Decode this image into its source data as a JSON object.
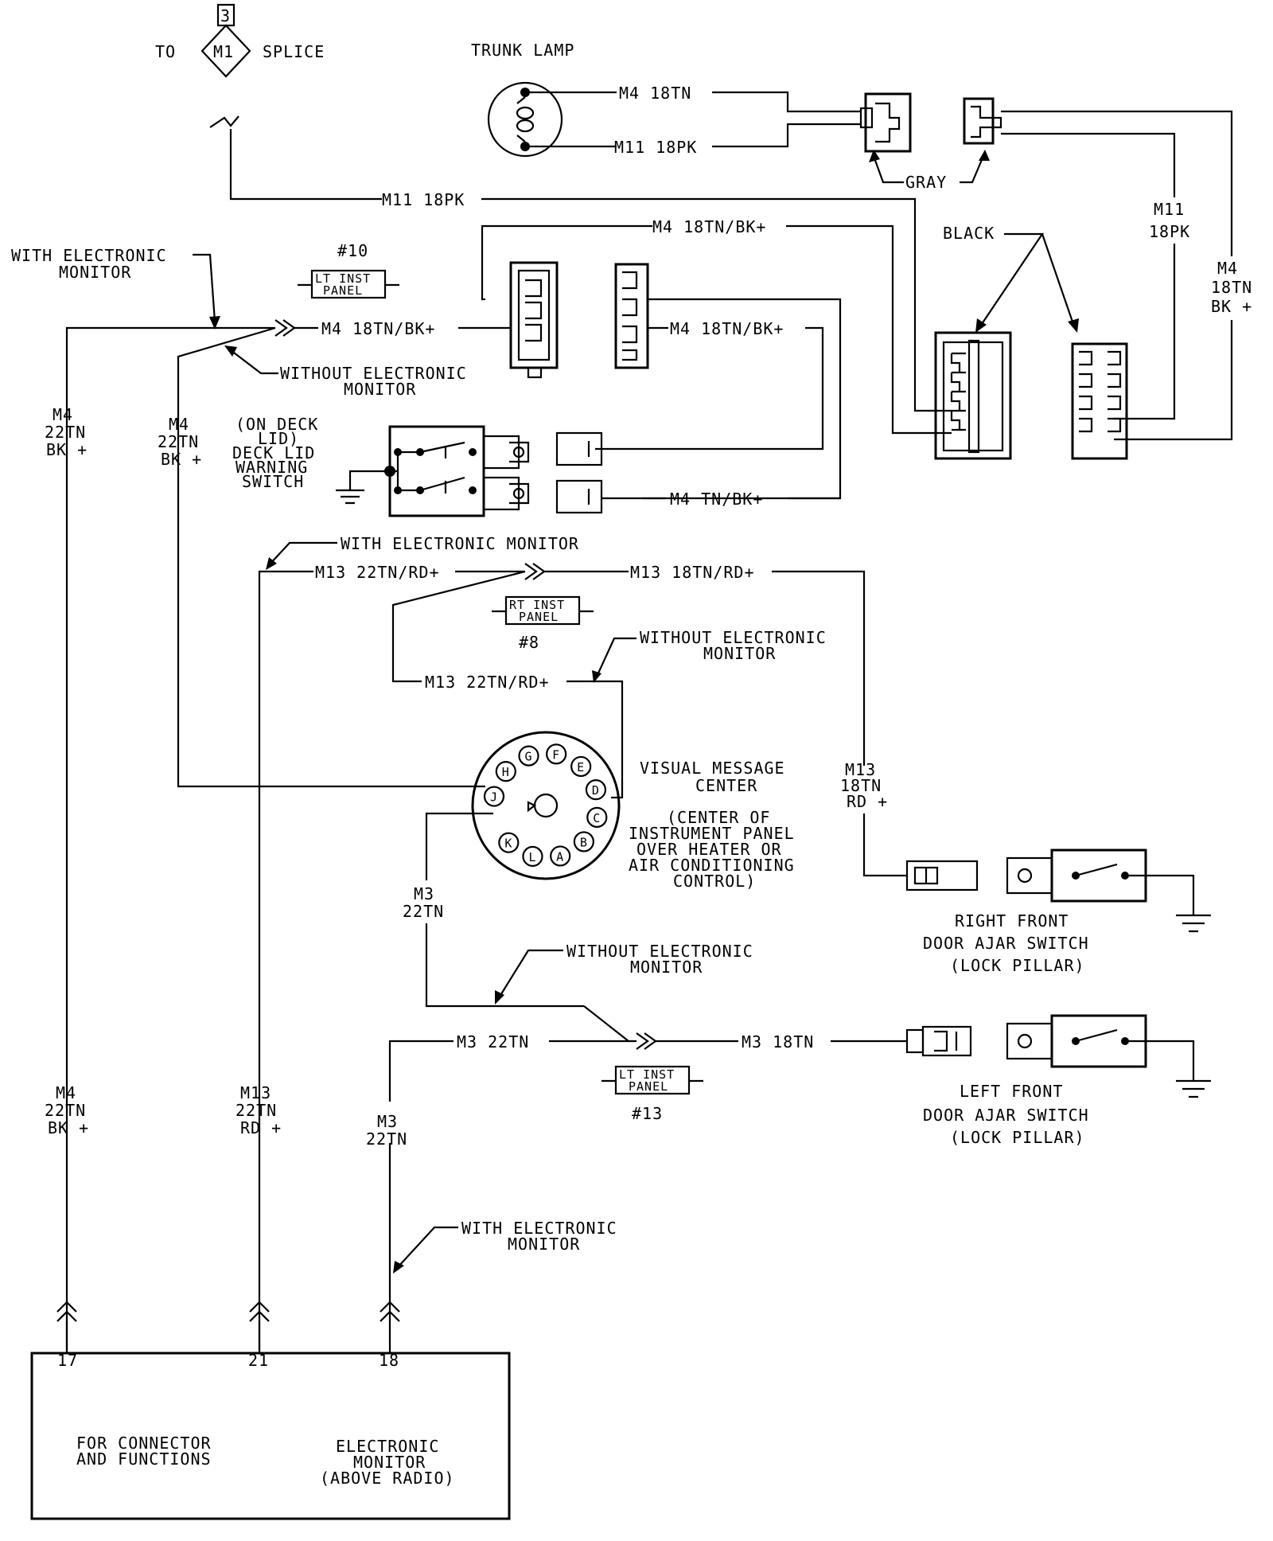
{
  "splice": {
    "to": "TO",
    "number": "3",
    "id": "M1",
    "label": "SPLICE"
  },
  "trunk_lamp": "TRUNK LAMP",
  "wires": {
    "m4_18tn": "M4  18TN",
    "m11_18pk_top": "M11  18PK",
    "m11_18pk_long": "M11  18PK",
    "m4_18tnbk_top": "M4  18TN/BK+",
    "m4_18tnbk_mid": "M4  18TN/BK+",
    "m4_18tnbk_right": "M4  18TN/BK+",
    "m4_tnbk": "M4  TN/BK+",
    "m13_22tnrd_top": "M13  22TN/RD+",
    "m13_18tnrd": "M13  18TN/RD+",
    "m13_22tnrd_low": "M13  22TN/RD+",
    "m3_22tn": "M3  22TN",
    "m3_18tn": "M3  18TN",
    "right_m11": [
      "M11",
      "18PK"
    ],
    "right_m4": [
      "M4",
      "18TN",
      "BK +"
    ],
    "left_m4": [
      "M4",
      "22TN",
      "BK +"
    ],
    "inner_m4": [
      "M4",
      "22TN",
      "BK +"
    ],
    "m13_vert": [
      "M13",
      "18TN",
      "RD +"
    ],
    "m3_vert": [
      "M3",
      "22TN"
    ],
    "bottom_m4": [
      "M4",
      "22TN",
      "BK +"
    ],
    "bottom_m13": [
      "M13",
      "22TN",
      "RD +"
    ],
    "bottom_m3": [
      "M3",
      "22TN"
    ]
  },
  "connectors": {
    "gray": "GRAY",
    "black": "BLACK",
    "lt_inst_panel_10": {
      "label": [
        "LT INST",
        "PANEL"
      ],
      "number": "#10"
    },
    "rt_inst_panel_8": {
      "label": [
        "RT INST",
        "PANEL"
      ],
      "number": "#8"
    },
    "lt_inst_panel_13": {
      "label": [
        "LT INST",
        "PANEL"
      ],
      "number": "#13"
    }
  },
  "notes": {
    "with_em_1": [
      "WITH ELECTRONIC",
      "MONITOR"
    ],
    "without_em_1": [
      "WITHOUT ELECTRONIC",
      "MONITOR"
    ],
    "with_em_2": "WITH ELECTRONIC MONITOR",
    "without_em_2": [
      "WITHOUT ELECTRONIC",
      "MONITOR"
    ],
    "without_em_3": [
      "WITHOUT ELECTRONIC",
      "MONITOR"
    ],
    "with_em_3": [
      "WITH ELECTRONIC",
      "MONITOR"
    ]
  },
  "deck_lid_switch": [
    "(ON DECK",
    "LID)",
    "DECK LID",
    "WARNING",
    "SWITCH"
  ],
  "vmc": {
    "title": [
      "VISUAL MESSAGE",
      "CENTER"
    ],
    "location": [
      "(CENTER OF",
      "INSTRUMENT PANEL",
      "OVER HEATER OR",
      "AIR CONDITIONING",
      "CONTROL)"
    ],
    "pins": [
      "J",
      "H",
      "G",
      "F",
      "E",
      "D",
      "C",
      "B",
      "A",
      "L",
      "K"
    ]
  },
  "right_door": [
    "RIGHT FRONT",
    "DOOR AJAR SWITCH",
    "(LOCK PILLAR)"
  ],
  "left_door": [
    "LEFT FRONT",
    "DOOR AJAR SWITCH",
    "(LOCK PILLAR)"
  ],
  "monitor": {
    "pins": [
      "17",
      "21",
      "18"
    ],
    "connector_note": [
      "FOR CONNECTOR",
      "AND FUNCTIONS"
    ],
    "title": [
      "ELECTRONIC",
      "MONITOR",
      "(ABOVE RADIO)"
    ]
  }
}
